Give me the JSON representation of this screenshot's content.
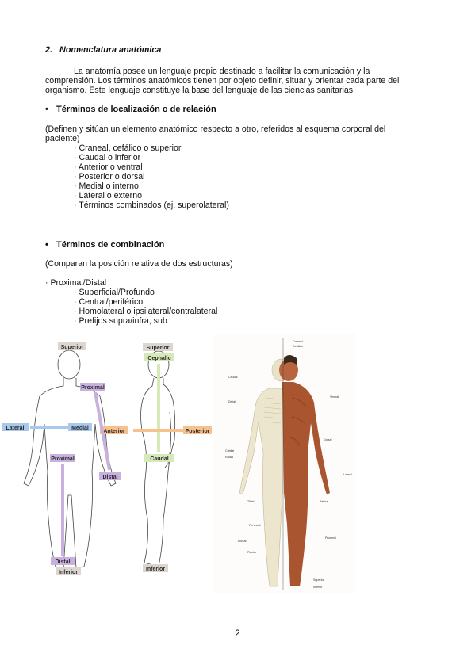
{
  "section": {
    "number": "2.",
    "title": "Nomenclatura anatómica"
  },
  "intro": {
    "line1": "La anatomía posee un lenguaje propio destinado a facilitar la comunicación y la",
    "line2": "comprensión. Los términos anatómicos tienen por objeto definir, situar y orientar cada parte del",
    "line3": "organismo. Este lenguaje constituye la base del lenguaje de las ciencias sanitarias"
  },
  "localizacion": {
    "bullet": "•",
    "heading": "Términos de localización o de relación",
    "desc_line1": "(Definen y sitúan un elemento anatómico respecto a otro, referidos al esquema corporal del",
    "desc_line2": "paciente)",
    "items": [
      "· Craneal, cefálico o superior",
      "· Caudal o inferior",
      "· Anterior o ventral",
      "· Posterior o dorsal",
      "· Medial o interno",
      "· Lateral o externo",
      "· Términos combinados (ej. superolateral)"
    ]
  },
  "combinacion": {
    "bullet": "•",
    "heading": "Términos de combinación",
    "desc": "(Comparan la posición relativa de dos estructuras)",
    "first_item": "· Proximal/Distal",
    "items": [
      "· Superficial/Profundo",
      "· Central/periférico",
      "· Homolateral o ipsilateral/contralateral",
      "· Prefijos supra/infra, sub"
    ]
  },
  "figure_front": {
    "superior": "Superior",
    "inferior": "Inferior",
    "lateral": "Lateral",
    "medial": "Medial",
    "proximal_upper": "Proximal",
    "distal_upper": "Distal",
    "proximal_lower": "Proximal",
    "distal_lower": "Distal"
  },
  "figure_side": {
    "superior": "Superior",
    "cephalic": "Cephalic",
    "anterior": "Anterior",
    "posterior": "Posterior",
    "caudal": "Caudal",
    "inferior": "Inferior"
  },
  "figure_photo": {
    "labels": [
      "Craneal",
      "Cefálico",
      "Caudal",
      "Distal",
      "Ventral",
      "Dorsal",
      "Cubital",
      "Radial",
      "Lateral",
      "Palmar",
      "Proximal",
      "Tibial",
      "Peroneal",
      "Dorsal",
      "Plantar",
      "Superior",
      "Inferior"
    ]
  },
  "colors": {
    "purple": "#c9b1df",
    "blue": "#a9c9ec",
    "orange": "#f6c18c",
    "green": "#d6e9b8",
    "label_box": "#dcd6d0"
  },
  "page_number": "2"
}
